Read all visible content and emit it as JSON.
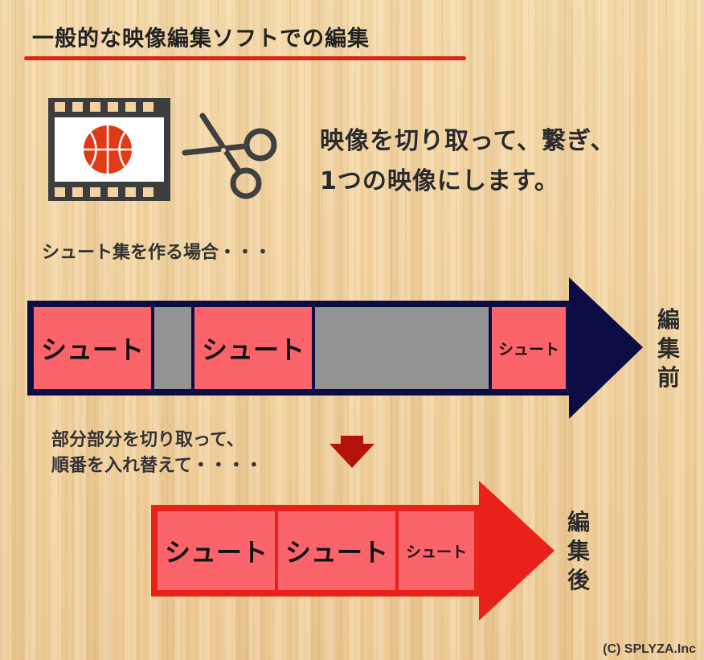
{
  "title": "一般的な映像編集ソフトでの編集",
  "description": {
    "line1": "映像を切り取って、繋ぎ、",
    "line2": "1つの映像にします。"
  },
  "before_note": "シュート集を作る場合・・・",
  "before": {
    "label": "編集前",
    "segments": [
      {
        "text": "シュート",
        "kind": "shot"
      },
      {
        "text": "",
        "kind": "gap"
      },
      {
        "text": "シュート",
        "kind": "shot"
      },
      {
        "text": "",
        "kind": "gap"
      },
      {
        "text": "シュート",
        "kind": "shot"
      }
    ]
  },
  "middle_note": {
    "line1": "部分部分を切り取って、",
    "line2": "順番を入れ替えて・・・・"
  },
  "after": {
    "label": "編集後",
    "segments": [
      {
        "text": "シュート",
        "kind": "shot"
      },
      {
        "text": "シュート",
        "kind": "shot"
      },
      {
        "text": "シュート",
        "kind": "shot"
      }
    ]
  },
  "credit": "(C) SPLYZA.Inc",
  "colors": {
    "navy": "#0d0d45",
    "red": "#e8221a",
    "dark_red": "#b5120c",
    "shot": "#fb646a",
    "gap": "#939393",
    "film": "#3d3d3d",
    "ball": "#e03a18"
  },
  "icons": [
    "film-strip-icon",
    "basketball-icon",
    "scissors-icon",
    "down-arrow-icon"
  ]
}
